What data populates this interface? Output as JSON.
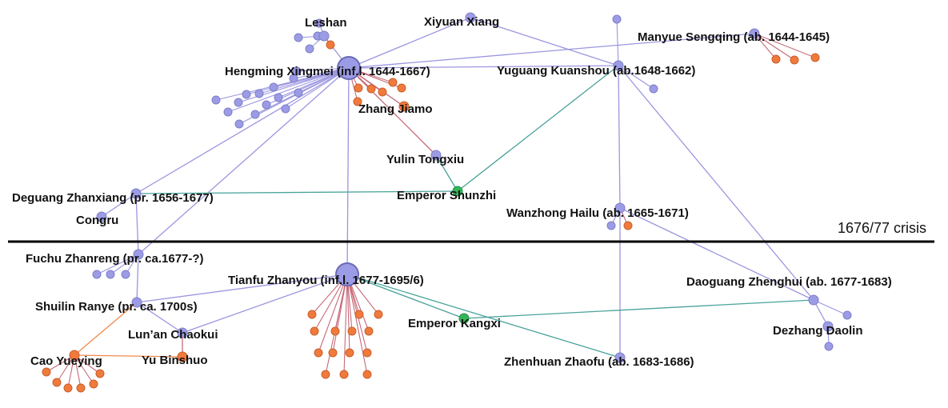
{
  "colors": {
    "lilac_node": "#9c9ce6",
    "lilac_edge": "#9b96df",
    "orange_node": "#f07a3c",
    "red_edge": "#c76a78",
    "green_node": "#33b558",
    "teal_edge": "#4aa39a",
    "orange_edge": "#f08a4a",
    "divider": "#000000"
  },
  "crisis_label": "1676/77 crisis",
  "nodes": [
    {
      "id": "hengming",
      "label": "Hengming Xingmei (inf.l. 1644-1667)",
      "kind": "lilac",
      "size": "large"
    },
    {
      "id": "leshan",
      "label": "Leshan",
      "kind": "lilac"
    },
    {
      "id": "xiyuan",
      "label": "Xiyuan Xiang",
      "kind": "lilac"
    },
    {
      "id": "manyue",
      "label": "Manyue Sengqing (ab. 1644-1645)",
      "kind": "lilac"
    },
    {
      "id": "yuguang",
      "label": "Yuguang Kuanshou (ab.1648-1662)",
      "kind": "lilac"
    },
    {
      "id": "zhangjiamo",
      "label": "Zhang Jiamo",
      "kind": "orange"
    },
    {
      "id": "yulin",
      "label": "Yulin Tongxiu",
      "kind": "lilac"
    },
    {
      "id": "deguang",
      "label": "Deguang Zhanxiang (pr. 1656-1677)",
      "kind": "lilac"
    },
    {
      "id": "shunzhi",
      "label": "Emperor Shunzhi",
      "kind": "green"
    },
    {
      "id": "congru",
      "label": "Congru",
      "kind": "lilac"
    },
    {
      "id": "wanzhong",
      "label": "Wanzhong Hailu (ab. 1665-1671)",
      "kind": "lilac"
    },
    {
      "id": "fuchu",
      "label": "Fuchu Zhanreng (pr. ca.1677-?)",
      "kind": "lilac"
    },
    {
      "id": "tianfu",
      "label": "Tianfu Zhanyou (inf.l. 1677-1695/6)",
      "kind": "lilac",
      "size": "large"
    },
    {
      "id": "daoguang",
      "label": "Daoguang Zhenghui (ab. 1677-1683)",
      "kind": "lilac"
    },
    {
      "id": "shuilin",
      "label": "Shuilin Ranye (pr. ca. 1700s)",
      "kind": "lilac"
    },
    {
      "id": "kangxi",
      "label": "Emperor Kangxi",
      "kind": "green"
    },
    {
      "id": "dezhang",
      "label": "Dezhang Daolin",
      "kind": "lilac"
    },
    {
      "id": "lunan",
      "label": "Lun’an Chaokui",
      "kind": "lilac"
    },
    {
      "id": "caoyueying",
      "label": "Cao Yueying",
      "kind": "orange"
    },
    {
      "id": "yubinshuo",
      "label": "Yu Binshuo",
      "kind": "orange"
    },
    {
      "id": "zhenhuan",
      "label": "Zhenhuan Zhaofu (ab. 1683-1686)",
      "kind": "lilac"
    }
  ],
  "edges": [
    {
      "from": "hengming",
      "to": "leshan",
      "kind": "lilac"
    },
    {
      "from": "hengming",
      "to": "xiyuan",
      "kind": "lilac"
    },
    {
      "from": "hengming",
      "to": "yuguang",
      "kind": "lilac"
    },
    {
      "from": "hengming",
      "to": "manyue",
      "kind": "lilac"
    },
    {
      "from": "hengming",
      "to": "deguang",
      "kind": "lilac"
    },
    {
      "from": "hengming",
      "to": "fuchu",
      "kind": "lilac"
    },
    {
      "from": "hengming",
      "to": "tianfu",
      "kind": "lilac"
    },
    {
      "from": "hengming",
      "to": "zhangjiamo",
      "kind": "red"
    },
    {
      "from": "hengming",
      "to": "yulin",
      "kind": "red"
    },
    {
      "from": "xiyuan",
      "to": "yuguang",
      "kind": "lilac"
    },
    {
      "from": "yuguang",
      "to": "shunzhi",
      "kind": "teal"
    },
    {
      "from": "yulin",
      "to": "shunzhi",
      "kind": "teal"
    },
    {
      "from": "deguang",
      "to": "shunzhi",
      "kind": "teal"
    },
    {
      "from": "deguang",
      "to": "congru",
      "kind": "lilac"
    },
    {
      "from": "deguang",
      "to": "fuchu",
      "kind": "lilac"
    },
    {
      "from": "yuguang",
      "to": "wanzhong",
      "kind": "lilac"
    },
    {
      "from": "yuguang",
      "to": "daoguang",
      "kind": "lilac"
    },
    {
      "from": "wanzhong",
      "to": "daoguang",
      "kind": "lilac"
    },
    {
      "from": "wanzhong",
      "to": "zhenhuan",
      "kind": "lilac"
    },
    {
      "from": "fuchu",
      "to": "shuilin",
      "kind": "lilac"
    },
    {
      "from": "shuilin",
      "to": "tianfu",
      "kind": "lilac"
    },
    {
      "from": "shuilin",
      "to": "lunan",
      "kind": "lilac"
    },
    {
      "from": "shuilin",
      "to": "caoyueying",
      "kind": "orange"
    },
    {
      "from": "tianfu",
      "to": "lunan",
      "kind": "lilac"
    },
    {
      "from": "lunan",
      "to": "yubinshuo",
      "kind": "red"
    },
    {
      "from": "caoyueying",
      "to": "yubinshuo",
      "kind": "orange"
    },
    {
      "from": "tianfu",
      "to": "kangxi",
      "kind": "teal"
    },
    {
      "from": "tianfu",
      "to": "zhenhuan",
      "kind": "teal"
    },
    {
      "from": "kangxi",
      "to": "daoguang",
      "kind": "teal"
    },
    {
      "from": "daoguang",
      "to": "dezhang",
      "kind": "lilac"
    }
  ],
  "unlabeled": [
    {
      "parent": "leshan",
      "kind": "lilac",
      "count": 4
    },
    {
      "parent": "leshan",
      "kind": "orange",
      "count": 1
    },
    {
      "parent": "hengming",
      "kind": "lilac",
      "count": 14
    },
    {
      "parent": "hengming",
      "kind": "orange",
      "count": 6
    },
    {
      "parent": "manyue",
      "kind": "orange",
      "count": 3
    },
    {
      "parent": "yuguang",
      "kind": "lilac",
      "count": 2
    },
    {
      "parent": "wanzhong",
      "kind": "lilac",
      "count": 1
    },
    {
      "parent": "wanzhong",
      "kind": "orange",
      "count": 1
    },
    {
      "parent": "fuchu",
      "kind": "lilac",
      "count": 3
    },
    {
      "parent": "tianfu",
      "kind": "orange",
      "count": 14
    },
    {
      "parent": "caoyueying",
      "kind": "orange",
      "count": 6
    },
    {
      "parent": "daoguang",
      "kind": "lilac",
      "count": 1
    },
    {
      "parent": "dezhang",
      "kind": "lilac",
      "count": 1
    }
  ]
}
